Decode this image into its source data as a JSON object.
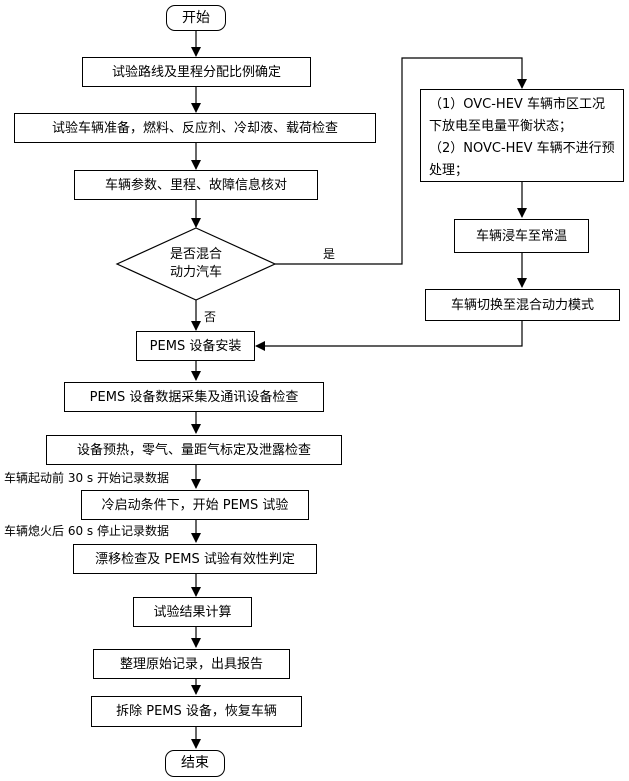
{
  "flow": {
    "start": "开始",
    "step_route": "试验路线及里程分配比例确定",
    "step_prepare": "试验车辆准备，燃料、反应剂、冷却液、载荷检查",
    "step_check_params": "车辆参数、里程、故障信息核对",
    "decision_line1": "是否混合",
    "decision_line2": "动力汽车",
    "label_yes": "是",
    "label_no": "否",
    "hybrid_note_line1": "（1）OVC-HEV 车辆市区工况下放电至电量平衡状态；",
    "hybrid_note_line2": "（2）NOVC-HEV 车辆不进行预处理；",
    "hybrid_soak": "车辆浸车至常温",
    "hybrid_mode": "车辆切换至混合动力模式",
    "step_install": "PEMS 设备安装",
    "step_daq_check": "PEMS 设备数据采集及通讯设备检查",
    "step_preheat": "设备预热，零气、量距气标定及泄露检查",
    "note_start_record": "车辆起动前 30 s 开始记录数据",
    "step_cold_start": "冷启动条件下，开始 PEMS 试验",
    "note_stop_record": "车辆熄火后 60 s 停止记录数据",
    "step_drift": "漂移检查及 PEMS 试验有效性判定",
    "step_calc": "试验结果计算",
    "step_report": "整理原始记录，出具报告",
    "step_remove": "拆除 PEMS 设备，恢复车辆",
    "end": "结束"
  }
}
